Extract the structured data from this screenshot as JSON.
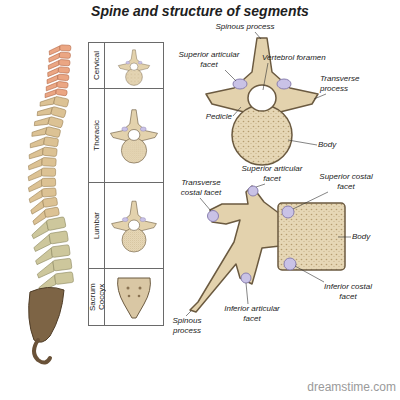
{
  "diagram": {
    "title": "Spine and structure of segments",
    "nodes": [
      {
        "text": [
          "Cervical"
        ]
      },
      {
        "text": [
          "Thoracic"
        ]
      },
      {
        "text": [
          "Lumbar"
        ]
      },
      {
        "text": [
          "Sacrum Coccyx"
        ]
      }
    ],
    "labels": [
      "Spinous process",
      "Superior articular facet",
      "Vertebrol foramen",
      "Transverse process",
      "Pedicle",
      "Body",
      "Transverse costal facet",
      "Superior articular facet",
      "Superior costal facet",
      "Body",
      "Inferior costal facet",
      "Spinous process",
      "Inferior articular facet",
      "dreamstime.com"
    ]
  }
}
